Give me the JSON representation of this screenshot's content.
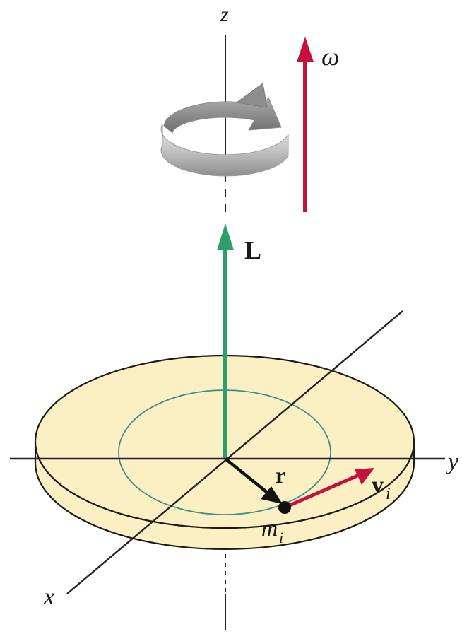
{
  "labels": {
    "z_axis": "z",
    "y_axis": "y",
    "x_axis": "x",
    "omega": "ω",
    "angular_momentum": "L",
    "radius_vector": "r",
    "velocity": "v",
    "velocity_sub": "i",
    "mass": "m",
    "mass_sub": "i"
  },
  "colors": {
    "disk_fill": "#fbefc4",
    "disk_edge": "#1a1a1a",
    "inner_circle": "#3f8f86",
    "angular_momentum_arrow": "#2e9e6a",
    "omega_arrow": "#c8103c",
    "velocity_arrow": "#c8103c",
    "radius_arrow": "#111111",
    "rotation_icon": "#b8b8b8"
  },
  "icons": {
    "rotation": "curved-rotation-arrow-icon"
  }
}
